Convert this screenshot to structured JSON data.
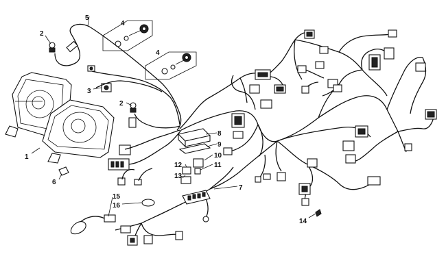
{
  "callouts": {
    "c1": "1",
    "c2a": "2",
    "c2b": "2",
    "c3": "3",
    "c4a": "4",
    "c4b": "4",
    "c5": "5",
    "c6": "6",
    "c7": "7",
    "c8": "8",
    "c9": "9",
    "c10": "10",
    "c11": "11",
    "c12": "12",
    "c13": "13",
    "c14": "14",
    "c15": "15",
    "c16": "16"
  }
}
